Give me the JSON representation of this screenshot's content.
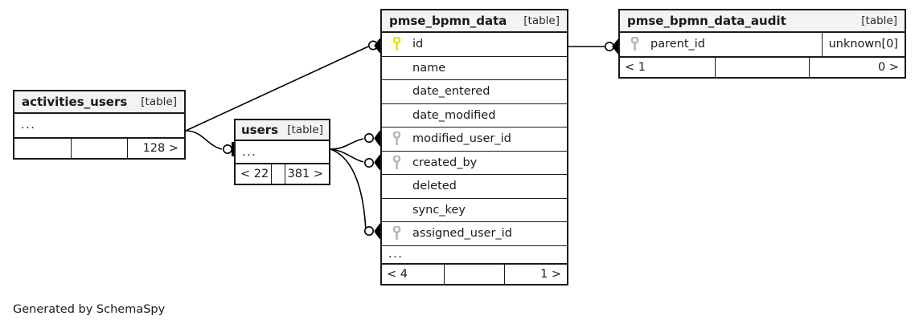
{
  "diagram": {
    "caption": "Generated by SchemaSpy",
    "table_tag": "[table]",
    "ellipsis": "...",
    "colors": {
      "primary_key": "#e8e000",
      "foreign_key": "#b3b3b3",
      "border": "#1a1a1a",
      "header_bg": "#f3f3f3",
      "background": "#ffffff"
    }
  },
  "tables": {
    "activities_users": {
      "name": "activities_users",
      "tag": "[table]",
      "rows": [
        {
          "key": "none",
          "name": "...",
          "type": ""
        }
      ],
      "footer": {
        "left": "",
        "mid": "",
        "right": "128 >"
      }
    },
    "users": {
      "name": "users",
      "tag": "[table]",
      "rows": [
        {
          "key": "none",
          "name": "...",
          "type": ""
        }
      ],
      "footer": {
        "left": "< 22",
        "mid": "",
        "right": "381 >"
      }
    },
    "pmse_bpmn_data": {
      "name": "pmse_bpmn_data",
      "tag": "[table]",
      "rows": [
        {
          "key": "primary",
          "name": "id",
          "type": ""
        },
        {
          "key": "none",
          "name": "name",
          "type": ""
        },
        {
          "key": "none",
          "name": "date_entered",
          "type": ""
        },
        {
          "key": "none",
          "name": "date_modified",
          "type": ""
        },
        {
          "key": "foreign",
          "name": "modified_user_id",
          "type": ""
        },
        {
          "key": "foreign",
          "name": "created_by",
          "type": ""
        },
        {
          "key": "none",
          "name": "deleted",
          "type": ""
        },
        {
          "key": "none",
          "name": "sync_key",
          "type": ""
        },
        {
          "key": "foreign",
          "name": "assigned_user_id",
          "type": ""
        },
        {
          "key": "none",
          "name": "...",
          "type": ""
        }
      ],
      "footer": {
        "left": "< 4",
        "mid": "",
        "right": "1 >"
      }
    },
    "pmse_bpmn_data_audit": {
      "name": "pmse_bpmn_data_audit",
      "tag": "[table]",
      "rows": [
        {
          "key": "foreign",
          "name": "parent_id",
          "type": "unknown[0]"
        }
      ],
      "footer": {
        "left": "< 1",
        "mid": "",
        "right": "0 >"
      }
    }
  },
  "relationships": [
    {
      "from": "activities_users",
      "to": "pmse_bpmn_data.id",
      "marker": "crowsfoot"
    },
    {
      "from": "activities_users",
      "to": "users",
      "marker": "crowsfoot"
    },
    {
      "from": "users",
      "to": "pmse_bpmn_data.modified_user_id",
      "marker": "crowsfoot"
    },
    {
      "from": "users",
      "to": "pmse_bpmn_data.created_by",
      "marker": "crowsfoot"
    },
    {
      "from": "users",
      "to": "pmse_bpmn_data.assigned_user_id",
      "marker": "crowsfoot"
    },
    {
      "from": "pmse_bpmn_data",
      "to": "pmse_bpmn_data_audit.parent_id",
      "marker": "crowsfoot"
    }
  ]
}
